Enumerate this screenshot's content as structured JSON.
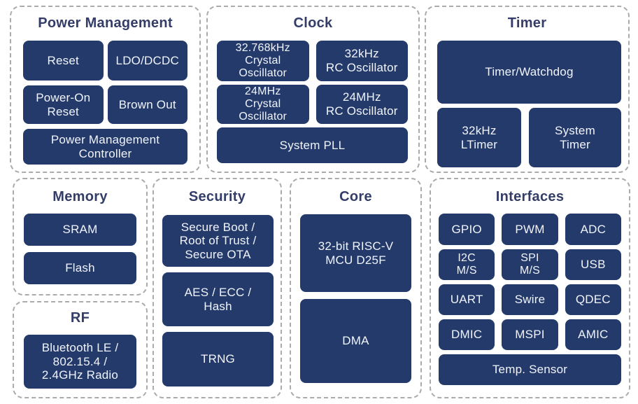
{
  "diagram": {
    "colors": {
      "background": "#ffffff",
      "block_bg": "#243a6b",
      "block_text": "#f1f4fa",
      "group_title_text": "#333d68",
      "group_border": "#ababab"
    },
    "groups": {
      "power": {
        "title": "Power Management",
        "blocks": {
          "reset": "Reset",
          "ldo_dcdc": "LDO/DCDC",
          "power_on_reset": "Power-On\nReset",
          "brown_out": "Brown Out",
          "pm_controller": "Power Management\nController"
        }
      },
      "clock": {
        "title": "Clock",
        "blocks": {
          "xtal_32k": "32.768kHz\nCrystal\nOscillator",
          "rc_32k": "32kHz\nRC Oscillator",
          "xtal_24m": "24MHz\nCrystal\nOscillator",
          "rc_24m": "24MHz\nRC Oscillator",
          "system_pll": "System PLL"
        }
      },
      "timer": {
        "title": "Timer",
        "blocks": {
          "timer_watchdog": "Timer/Watchdog",
          "ltimer_32k": "32kHz\nLTimer",
          "system_timer": "System\nTimer"
        }
      },
      "memory": {
        "title": "Memory",
        "blocks": {
          "sram": "SRAM",
          "flash": "Flash"
        }
      },
      "rf": {
        "title": "RF",
        "blocks": {
          "radio": "Bluetooth LE /\n802.15.4 /\n2.4GHz Radio"
        }
      },
      "security": {
        "title": "Security",
        "blocks": {
          "secure_boot": "Secure Boot /\nRoot of Trust /\nSecure OTA",
          "aes_ecc_hash": "AES / ECC /\nHash",
          "trng": "TRNG"
        }
      },
      "core": {
        "title": "Core",
        "blocks": {
          "riscv_mcu": "32-bit RISC-V\nMCU D25F",
          "dma": "DMA"
        }
      },
      "interfaces": {
        "title": "Interfaces",
        "blocks": {
          "gpio": "GPIO",
          "pwm": "PWM",
          "adc": "ADC",
          "i2c_ms": "I2C\nM/S",
          "spi_ms": "SPI\nM/S",
          "usb": "USB",
          "uart": "UART",
          "swire": "Swire",
          "qdec": "QDEC",
          "dmic": "DMIC",
          "mspi": "MSPI",
          "amic": "AMIC",
          "temp_sensor": "Temp. Sensor"
        }
      }
    }
  }
}
